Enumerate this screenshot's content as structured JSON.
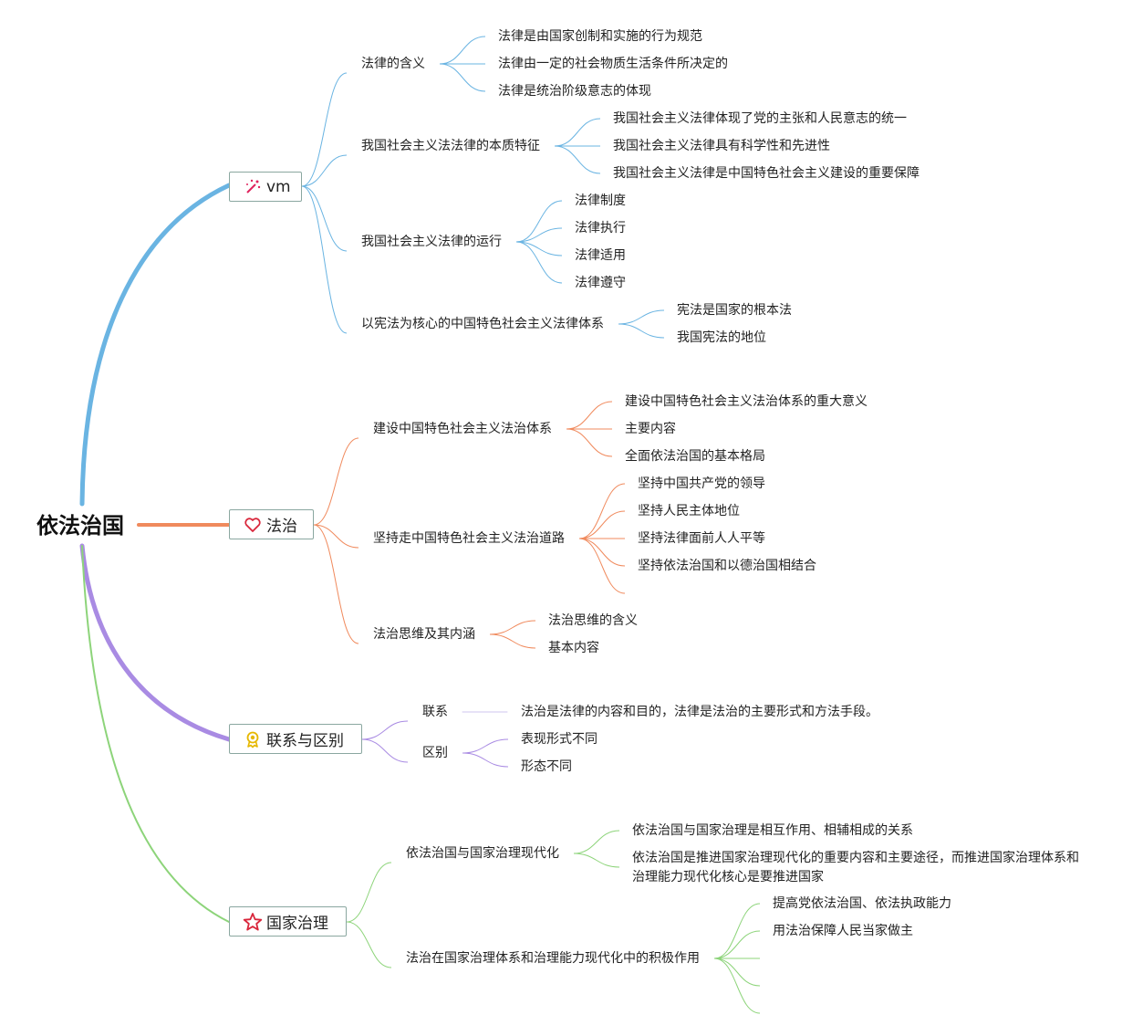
{
  "root": {
    "label": "依法治国"
  },
  "branches": [
    {
      "label": "vm",
      "icon": "magic-wand-icon",
      "color": "#6ab4e2",
      "children": [
        {
          "label": "法律的含义",
          "children": [
            "法律是由国家创制和实施的行为规范",
            "法律由一定的社会物质生活条件所决定的",
            "法律是统治阶级意志的体现"
          ]
        },
        {
          "label": "我国社会主义法法律的本质特征",
          "children": [
            "我国社会主义法律体现了党的主张和人民意志的统一",
            "我国社会主义法律具有科学性和先进性",
            "我国社会主义法律是中国特色社会主义建设的重要保障"
          ]
        },
        {
          "label": "我国社会主义法律的运行",
          "children": [
            "法律制度",
            "法律执行",
            "法律适用",
            "法律遵守"
          ]
        },
        {
          "label": "以宪法为核心的中国特色社会主义法律体系",
          "children": [
            "宪法是国家的根本法",
            "我国宪法的地位"
          ]
        }
      ]
    },
    {
      "label": "法治",
      "icon": "heart-icon",
      "color": "#f08a5d",
      "children": [
        {
          "label": "建设中国特色社会主义法治体系",
          "children": [
            "建设中国特色社会主义法治体系的重大意义",
            "主要内容",
            "全面依法治国的基本格局"
          ]
        },
        {
          "label": "坚持走中国特色社会主义法治道路",
          "children": [
            "坚持中国共产党的领导",
            "坚持人民主体地位",
            "坚持法律面前人人平等",
            "坚持依法治国和以德治国相结合",
            ""
          ]
        },
        {
          "label": "法治思维及其内涵",
          "children": [
            "法治思维的含义",
            "基本内容"
          ]
        }
      ]
    },
    {
      "label": "联系与区别",
      "icon": "award-icon",
      "color": "#a98be3",
      "children": [
        {
          "label": "联系",
          "children": [
            "法治是法律的内容和目的，法律是法治的主要形式和方法手段。"
          ]
        },
        {
          "label": "区别",
          "children": [
            "表现形式不同",
            "形态不同"
          ]
        }
      ]
    },
    {
      "label": "国家治理",
      "icon": "star-icon",
      "color": "#8dd47a",
      "children": [
        {
          "label": "依法治国与国家治理现代化",
          "children": [
            "依法治国与国家治理是相互作用、相辅相成的关系",
            "依法治国是推进国家治理现代化的重要内容和主要途径，而推进国家治理体系和治理能力现代化核心是要推进国家"
          ]
        },
        {
          "label": "法治在国家治理体系和治理能力现代化中的积极作用",
          "children": [
            "提高党依法治国、依法执政能力",
            "用法治保障人民当家做主",
            "",
            "",
            ""
          ]
        }
      ]
    }
  ]
}
